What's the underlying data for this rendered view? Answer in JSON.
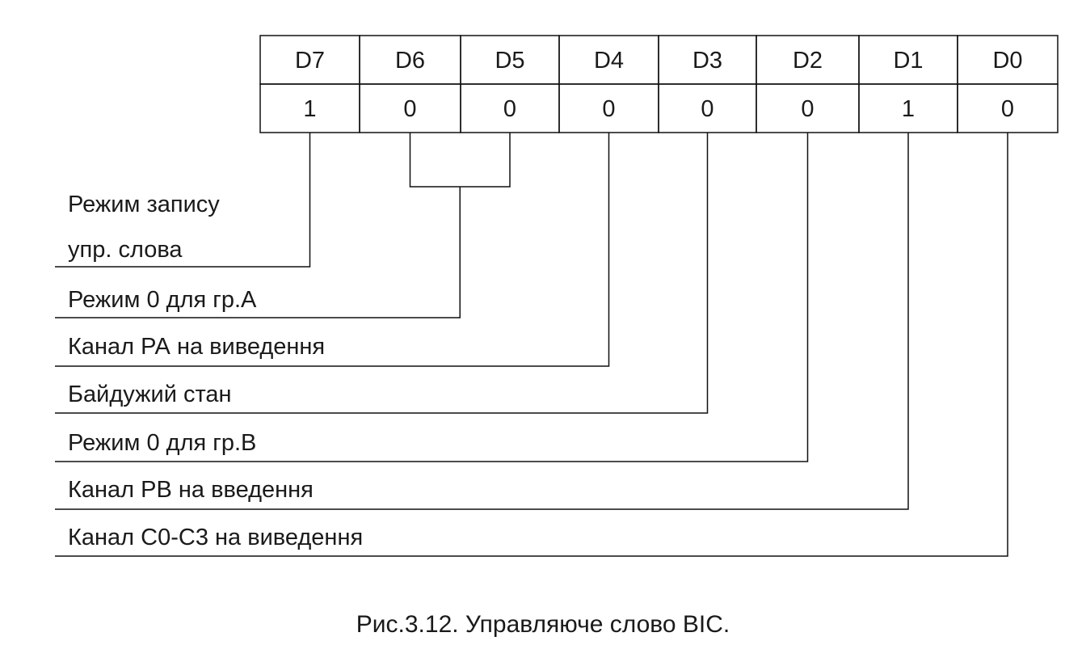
{
  "register": {
    "headers": [
      "D7",
      "D6",
      "D5",
      "D4",
      "D3",
      "D2",
      "D1",
      "D0"
    ],
    "values": [
      "1",
      "0",
      "0",
      "0",
      "0",
      "0",
      "1",
      "0"
    ]
  },
  "descriptions": [
    {
      "lines": [
        "Режим запису",
        "упр. слова"
      ]
    },
    {
      "lines": [
        "Режим 0 для гр.А"
      ]
    },
    {
      "lines": [
        "Канал РА на виведення"
      ]
    },
    {
      "lines": [
        "Байдужий стан"
      ]
    },
    {
      "lines": [
        "Режим 0 для гр.В"
      ]
    },
    {
      "lines": [
        "Канал РВ на введення"
      ]
    },
    {
      "lines": [
        "Канал С0-С3 на виведення"
      ]
    }
  ],
  "caption": "Рис.3.12. Управляюче слово ВІС."
}
